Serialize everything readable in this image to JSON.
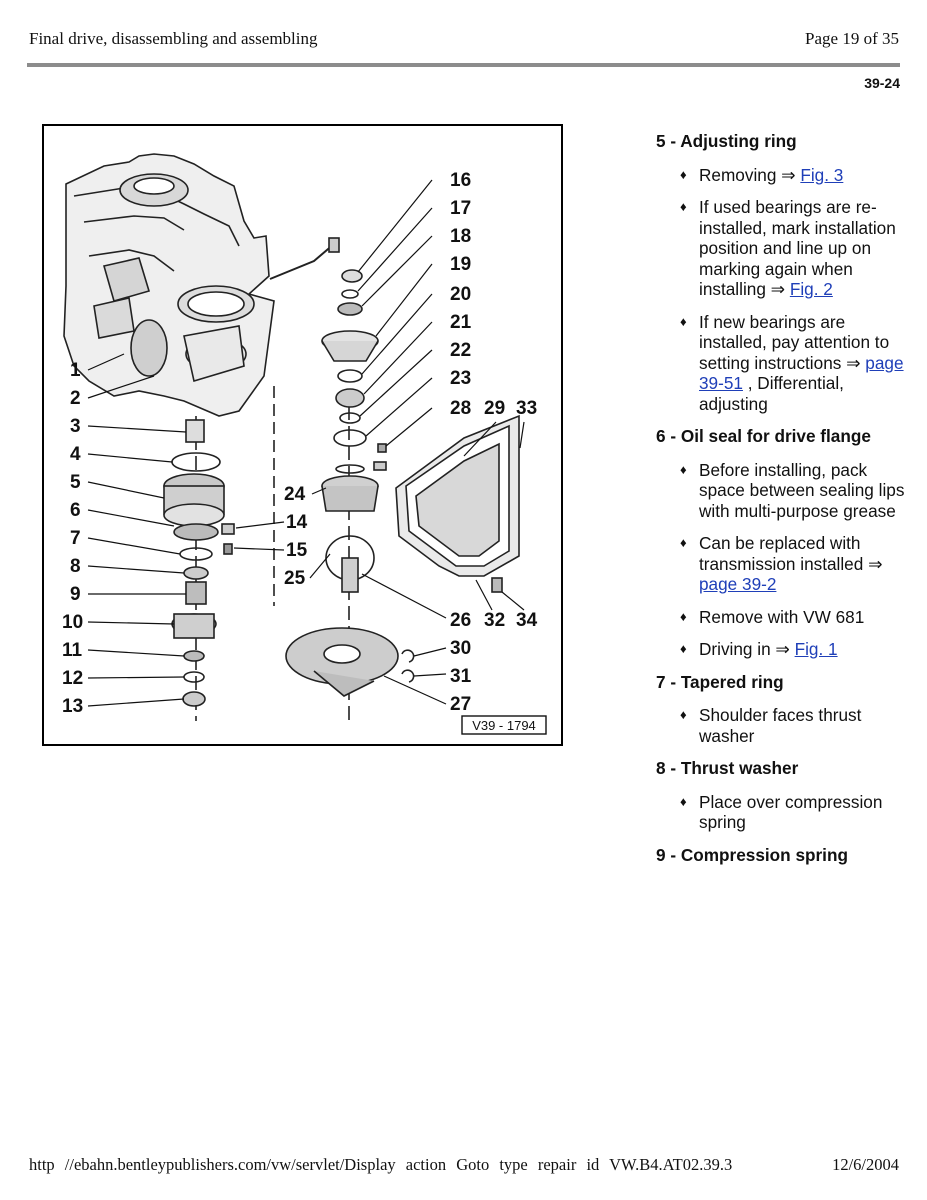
{
  "header": {
    "title": "Final drive, disassembling and assembling",
    "page": "Page 19 of 35"
  },
  "doc_number": "39-24",
  "figure": {
    "code": "V39 - 1794",
    "labels_left": [
      "1",
      "2",
      "3",
      "4",
      "5",
      "6",
      "7",
      "8",
      "9",
      "10",
      "11",
      "12",
      "13"
    ],
    "labels_right_top": [
      "16",
      "17",
      "18",
      "19",
      "20",
      "21",
      "22",
      "23"
    ],
    "labels_misc": [
      "28",
      "29",
      "33",
      "24",
      "14",
      "15",
      "25",
      "26",
      "32",
      "34",
      "30",
      "31",
      "27"
    ]
  },
  "items": [
    {
      "heading": "5 - Adjusting ring",
      "bullets": [
        {
          "text": "Removing ⇒ ",
          "link": "Fig. 3"
        },
        {
          "text": "If used bearings are re-installed, mark installation position and line up on marking again when installing ⇒ ",
          "link": "Fig. 2"
        },
        {
          "text": "If new bearings are installed, pay attention to setting instructions ⇒ ",
          "link": "page 39-51",
          "after": " , Differential, adjusting"
        }
      ]
    },
    {
      "heading": "6 - Oil seal for drive flange",
      "bullets": [
        {
          "text": "Before installing, pack space between sealing lips with multi-purpose grease"
        },
        {
          "text": "Can be replaced with transmission installed ⇒ ",
          "link": "page 39-2"
        },
        {
          "text": "Remove with VW 681"
        },
        {
          "text": "Driving in ⇒ ",
          "link": "Fig. 1"
        }
      ]
    },
    {
      "heading": "7 - Tapered ring",
      "bullets": [
        {
          "text": "Shoulder faces thrust washer"
        }
      ]
    },
    {
      "heading": "8 - Thrust washer",
      "bullets": [
        {
          "text": "Place over compression spring"
        }
      ]
    },
    {
      "heading": "9 - Compression spring",
      "bullets": []
    }
  ],
  "footer": {
    "url": "http //ebahn.bentleypublishers.com/vw/servlet/Display action Goto type repair id VW.B4.AT02.39.3",
    "date": "12/6/2004"
  }
}
